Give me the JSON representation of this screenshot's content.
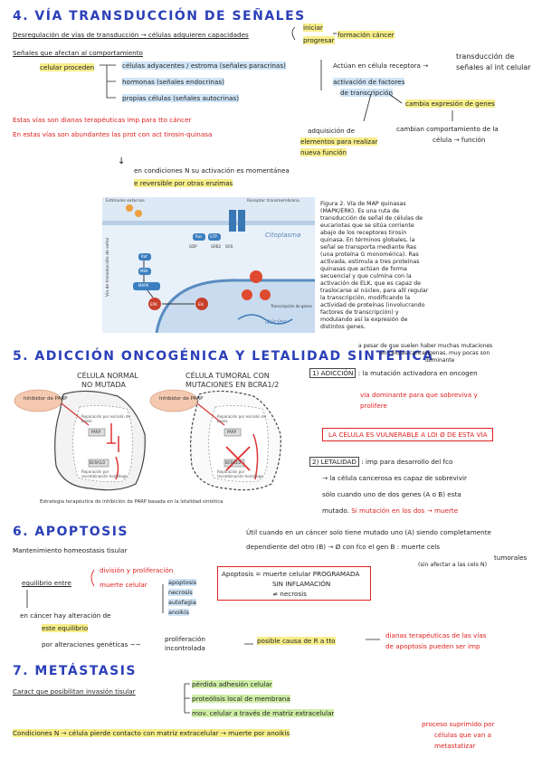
{
  "s4": {
    "title": "4. VÍA TRANSDUCCIÓN DE SEÑALES",
    "dereg": "Desregulación de vías de transducción → células adquieren capacidades",
    "dereg_opt1": "iniciar",
    "dereg_opt2": "progresar",
    "dereg_out": "formación cáncer",
    "senales": "Señales que afectan al comportamiento",
    "celular": "celular proceden",
    "src1": "células adyacentes / estroma (señales paracrinas)",
    "src2": "hormonas (señales endocrinas)",
    "src3": "propias células (señales autocrinas)",
    "right1": "Actúan en célula receptora →",
    "right1b": "transducción de",
    "right1c": "señales al int celular",
    "right2": "activación de factores",
    "right2b": "de transcripción",
    "right3": "cambia expresión de genes",
    "right4": "cambian comportamiento de la",
    "right4b": "célula → función",
    "adq1": "adquisición de",
    "adq2": "elementos para realizar",
    "adq3": "nueva función",
    "red1": "Estas vías son dianas terapéuticas imp para tto cáncer",
    "red2": "En estas vías son abundantes las prot con act tirosin-quinasa",
    "cond": "en condiciones N su activación es momentánea",
    "cond2": "e reversible por otras enzimas",
    "fig_caption": "Figura 2. Vía de MAP quinasas (MAPK/ERK). Es una ruta de transducción de señal de células de eucariotas que se sitúa corriente abajo de los receptores tirosin quinasa. En términos globales, la señal se transporta mediante Ras (una proteína G monomérica). Ras activada, estimula a tres proteínas quinasas que actúan de forma secuencial y que culmina con la activación de ELK, que es capaz de traslocarse al núcleo, para allí regular la transcripción, modificando la actividad de proteínas (involucrando factores de transcripción) y modulando así la expresión de distintos genes.",
    "fig_labels": {
      "estimulos": "Estímulos externos",
      "receptor": "Receptor transmembrana",
      "citoplasma": "Citoplasma",
      "nucleo": "Núcleo",
      "via": "Vía de transducción de señal",
      "raf": "Raf",
      "mek": "MEK",
      "mapk": "MAPK",
      "erk": "ERK",
      "elk": "Elk",
      "ras": "Ras",
      "sos": "SOS",
      "grb2": "GRB2",
      "gtp": "GTP",
      "gdp": "GDP",
      "transcripcion": "Transcripción de genes"
    }
  },
  "s5": {
    "title": "5. ADICCIÓN ONCOGÉNICA Y LETALIDAD SINTÉTICA",
    "cell1_title1": "CÉLULA NORMAL",
    "cell1_title2": "NO MUTADA",
    "cell2_title1": "CÉLULA TUMORAL CON",
    "cell2_title2": "MUTACIONES EN BCRA1/2",
    "parp": "Inhibidor de PARP",
    "rep1": "Reparación por escisión de bases",
    "parp_inner": "PARP",
    "rep2": "Reparación por recombinación homóloga",
    "brca": "BCRA1/2",
    "fig_caption": "Estrategia terapéutica de inhibición de PARP basada en la letalidad sintética",
    "note1": "a pesar de que suelen haber muchas mutaciones",
    "note2": "en células cancerígenas, muy pocas son",
    "note3": "dominante",
    "adiccion_label": "1) ADICCIÓN",
    "adiccion": ": la mutación activadora en oncogen",
    "via_dom1": "vía dominante para que sobreviva y",
    "via_dom2": "prolifere",
    "vulnerable": "LA CÉLULA ES VULNERABLE A LOI Ø DE ESTA VÍA",
    "letalidad_label": "2) LETALIDAD",
    "letalidad": ": imp para desarrollo del fco",
    "let2": "→ la célula cancerosa es capaz de sobrevivir",
    "let3": "sólo cuando uno de dos genes (A o B) esta",
    "let4": "mutado.",
    "let4b": "Si mutación en los dos → muerte",
    "util1": "Útil cuando en un cáncer solo tiene mutado uno (A) siendo completamente",
    "util2": "dependiente del otro (B) → Ø con fco el gen B : muerte cels",
    "util3": "tumorales",
    "util4": "(sin afectar a las cels N)"
  },
  "s6": {
    "title": "6. APOPTOSIS",
    "mant": "Mantenimiento homeostasis tisular",
    "equil": "equilibrio entre",
    "div": "división y proliferación",
    "muerte": "muerte celular",
    "deaths": [
      "apoptosis",
      "necrosis",
      "autofagia",
      "anoikis"
    ],
    "apop_box1": "Apoptosis = muerte celular PROGRAMADA",
    "apop_box2": "SIN INFLAMACIÓN",
    "apop_box3": "≠ necrosis",
    "cancer1": "en cáncer hay alteración de",
    "cancer2": "este equilibrio",
    "gen": "por alteraciones genéticas ~~",
    "prolif1": "proliferación",
    "prolif2": "incontrolada",
    "causa": "posible causa de R a tto",
    "dianas1": "dianas terapéuticas de las vías",
    "dianas2": "de apoptosis pueden ser imp"
  },
  "s7": {
    "title": "7. METÁSTASIS",
    "carac": "Caract que posibilitan invasión tisular",
    "items": [
      "pérdida adhesión celular",
      "proteólisis local de membrana",
      "mov. celular a través de matriz extracelular"
    ],
    "cond": "Condiciones N → célula pierde contacto con matriz extracelular → muerte por anoikis",
    "proc1": "proceso suprimido por",
    "proc2": "células que van a",
    "proc3": "metastatizar"
  }
}
